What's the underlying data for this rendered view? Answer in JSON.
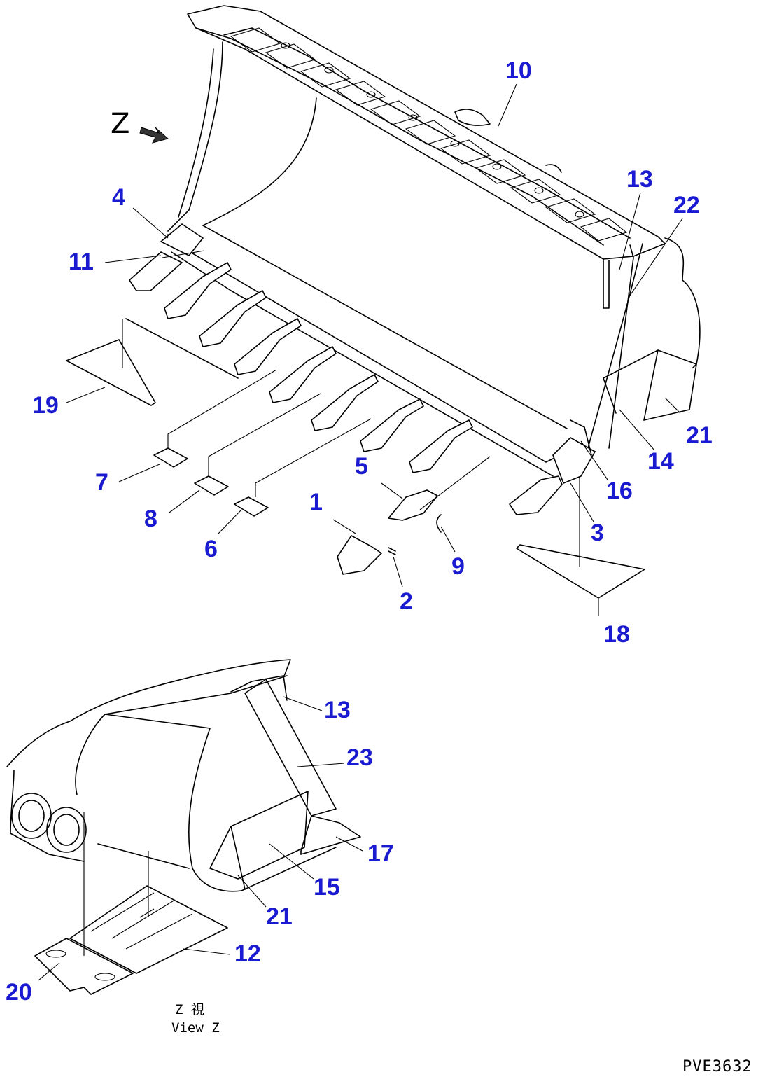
{
  "drawing_code": "PVE3632",
  "view_marker": {
    "letter": "Z"
  },
  "view_caption": {
    "jp": "Z 視",
    "en": "View Z"
  },
  "callouts": {
    "c1": "1",
    "c2": "2",
    "c3": "3",
    "c4": "4",
    "c5": "5",
    "c6": "6",
    "c7": "7",
    "c8": "8",
    "c9": "9",
    "c10": "10",
    "c11": "11",
    "c12": "12",
    "c13a": "13",
    "c13b": "13",
    "c14": "14",
    "c15": "15",
    "c16": "16",
    "c17": "17",
    "c18": "18",
    "c19": "19",
    "c20": "20",
    "c21a": "21",
    "c21b": "21",
    "c22": "22",
    "c23": "23"
  },
  "colors": {
    "callout": "#1a1ad0",
    "linework": "#000000",
    "background": "#ffffff"
  }
}
